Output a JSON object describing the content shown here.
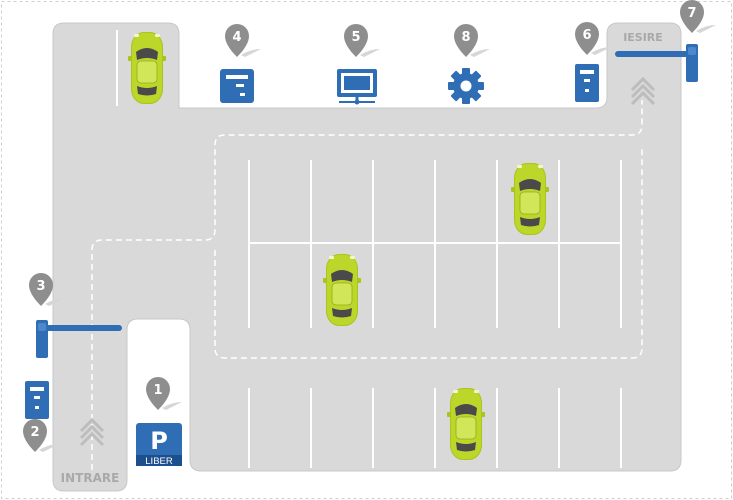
{
  "labels": {
    "entrance": "INTRARE",
    "exit": "IESIRE",
    "parking_letter": "P",
    "parking_status": "LIBER"
  },
  "markers": [
    {
      "id": "marker-1",
      "number": "1"
    },
    {
      "id": "marker-2",
      "number": "2"
    },
    {
      "id": "marker-3",
      "number": "3"
    },
    {
      "id": "marker-4",
      "number": "4"
    },
    {
      "id": "marker-5",
      "number": "5"
    },
    {
      "id": "marker-6",
      "number": "6"
    },
    {
      "id": "marker-7",
      "number": "7"
    },
    {
      "id": "marker-8",
      "number": "8"
    }
  ],
  "colors": {
    "lot": "#d9d9d9",
    "equipment_blue": "#2f6db5",
    "car_body": "#b7d322",
    "marker": "#8e8e8e",
    "arrow": "#bdbdbd",
    "border": "#c8c8c8"
  },
  "icons": {
    "terminal": "server-terminal-icon",
    "monitor": "monitor-icon",
    "settings": "gear-icon",
    "ticket_machine": "ticket-machine-icon"
  }
}
